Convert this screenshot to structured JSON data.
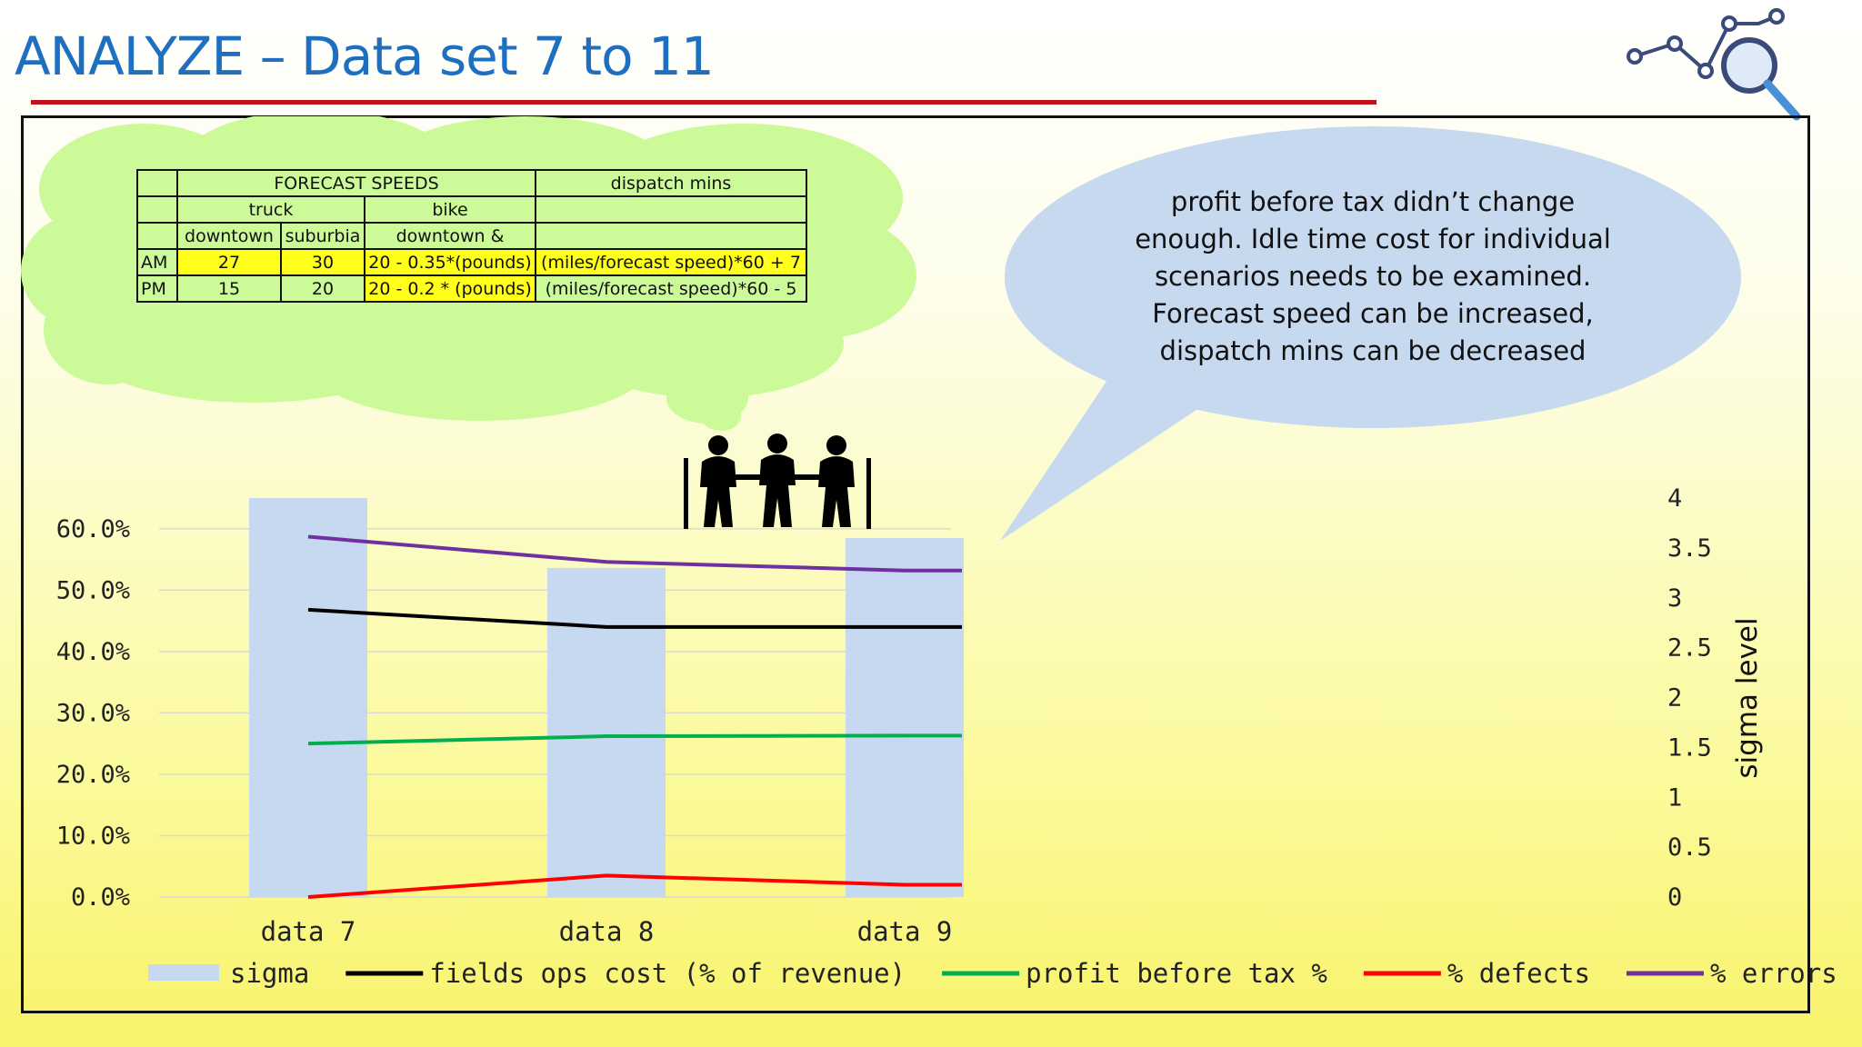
{
  "slide": {
    "title": "ANALYZE – Data set 7 to 11"
  },
  "colors": {
    "title": "#1f6fc1",
    "rule": "#c0101a",
    "cloud": "#ccfa98",
    "bubble": "#c6d9ef",
    "highlight": "#ffff1a"
  },
  "icons": {
    "logo": "analytics-magnifier-icon",
    "meeting": "meeting-people-icon"
  },
  "forecast_table": {
    "rows": [
      [
        "",
        "FORECAST SPEEDS",
        "dispatch mins"
      ],
      [
        "",
        "truck",
        "bike",
        ""
      ],
      [
        "",
        "downtown",
        "suburbia",
        "downtown &",
        ""
      ],
      [
        "AM",
        "27",
        "30",
        "20 - 0.35*(pounds)",
        "(miles/forecast speed)*60  + 7"
      ],
      [
        "PM",
        "15",
        "20",
        "20 - 0.2 * (pounds)",
        "(miles/forecast speed)*60 - 5"
      ]
    ]
  },
  "callout": {
    "lines": [
      "profit before tax didn’t change",
      "enough. Idle time cost for individual",
      "scenarios needs to be examined.",
      "Forecast speed can be increased,",
      "dispatch mins can be decreased"
    ]
  },
  "chart_data": {
    "type": "bar",
    "categories": [
      "data 7",
      "data 8",
      "data 9"
    ],
    "y_left": {
      "ticks": [
        "0.0%",
        "10.0%",
        "20.0%",
        "30.0%",
        "40.0%",
        "50.0%",
        "60.0%"
      ],
      "ylim": [
        0,
        0.65
      ]
    },
    "y_right": {
      "label": "sigma level",
      "ticks": [
        "0",
        "0.5",
        "1",
        "1.5",
        "2",
        "2.5",
        "3",
        "3.5",
        "4"
      ],
      "ylim": [
        0,
        4
      ]
    },
    "grid": true,
    "legend_position": "bottom",
    "series": [
      {
        "name": "sigma",
        "kind": "bar",
        "axis": "right",
        "color": "#c6d9f1",
        "values": [
          4.0,
          3.3,
          3.6
        ]
      },
      {
        "name": "fields ops cost (% of revenue)",
        "kind": "line",
        "axis": "left",
        "color": "#000000",
        "values": [
          0.468,
          0.44,
          0.44
        ]
      },
      {
        "name": "profit before tax %",
        "kind": "line",
        "axis": "left",
        "color": "#00b050",
        "values": [
          0.25,
          0.262,
          0.263
        ]
      },
      {
        "name": "% defects",
        "kind": "line",
        "axis": "left",
        "color": "#ff0000",
        "values": [
          0.0,
          0.035,
          0.02
        ]
      },
      {
        "name": "% errors",
        "kind": "line",
        "axis": "left",
        "color": "#7030a0",
        "values": [
          0.587,
          0.546,
          0.532
        ]
      }
    ]
  }
}
